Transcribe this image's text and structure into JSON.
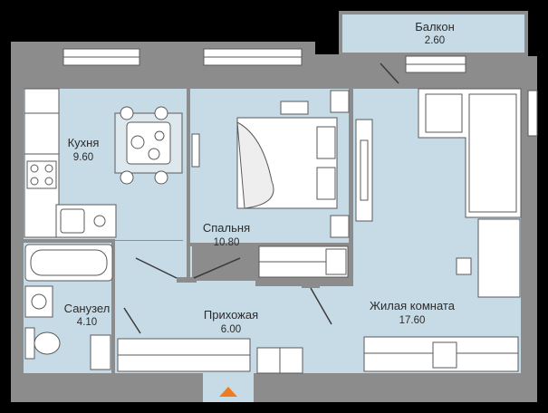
{
  "rooms": [
    {
      "name": "Балкон",
      "area": "2.60"
    },
    {
      "name": "Кухня",
      "area": "9.60"
    },
    {
      "name": "Спальня",
      "area": "10.80"
    },
    {
      "name": "Санузел",
      "area": "4.10"
    },
    {
      "name": "Прихожая",
      "area": "6.00"
    },
    {
      "name": "Жилая комната",
      "area": "17.60"
    }
  ],
  "colors": {
    "wall": "#8c8c8c",
    "floor": "#c7dbe6",
    "entrance_arrow": "#f07a1e",
    "background": "#000000"
  }
}
